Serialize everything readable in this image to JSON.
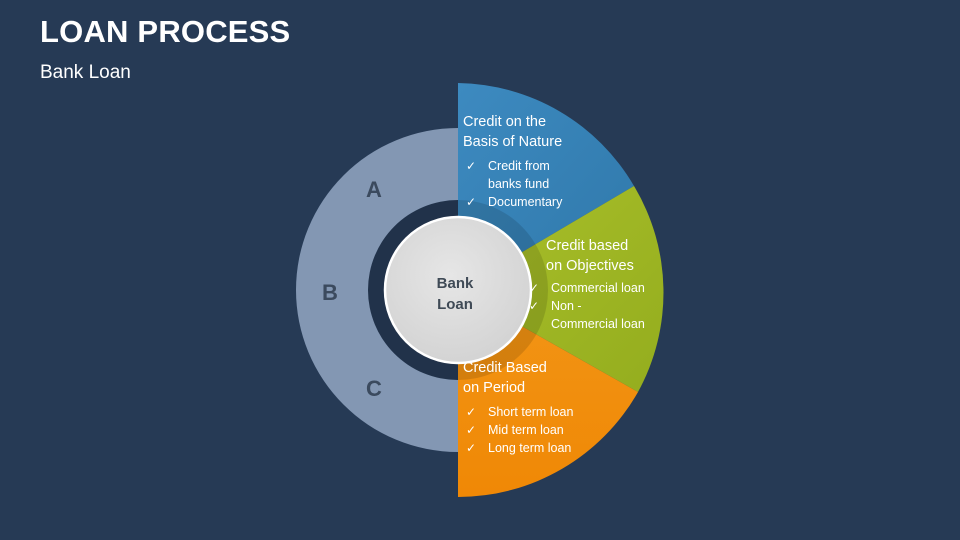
{
  "slide": {
    "title": "LOAN PROCESS",
    "subtitle": "Bank Loan"
  },
  "diagram": {
    "center_label_line1": "Bank",
    "center_label_line2": "Loan",
    "ring_letters": [
      "A",
      "B",
      "C"
    ],
    "segments": [
      {
        "title": "Credit on the\nBasis of Nature",
        "color": "#3a86b8",
        "items": [
          "Credit from\nbanks fund",
          "Documentary"
        ]
      },
      {
        "title": "Credit based\non Objectives",
        "color": "#a2b826",
        "items": [
          "Commercial loan",
          "Non -\nCommercial loan"
        ]
      },
      {
        "title": "Credit Based\non Period",
        "color": "#f08c0c",
        "items": [
          "Short term loan",
          "Mid term loan",
          "Long term loan"
        ]
      }
    ],
    "ring_color": "#8397b3",
    "center_color": "#dadada"
  }
}
